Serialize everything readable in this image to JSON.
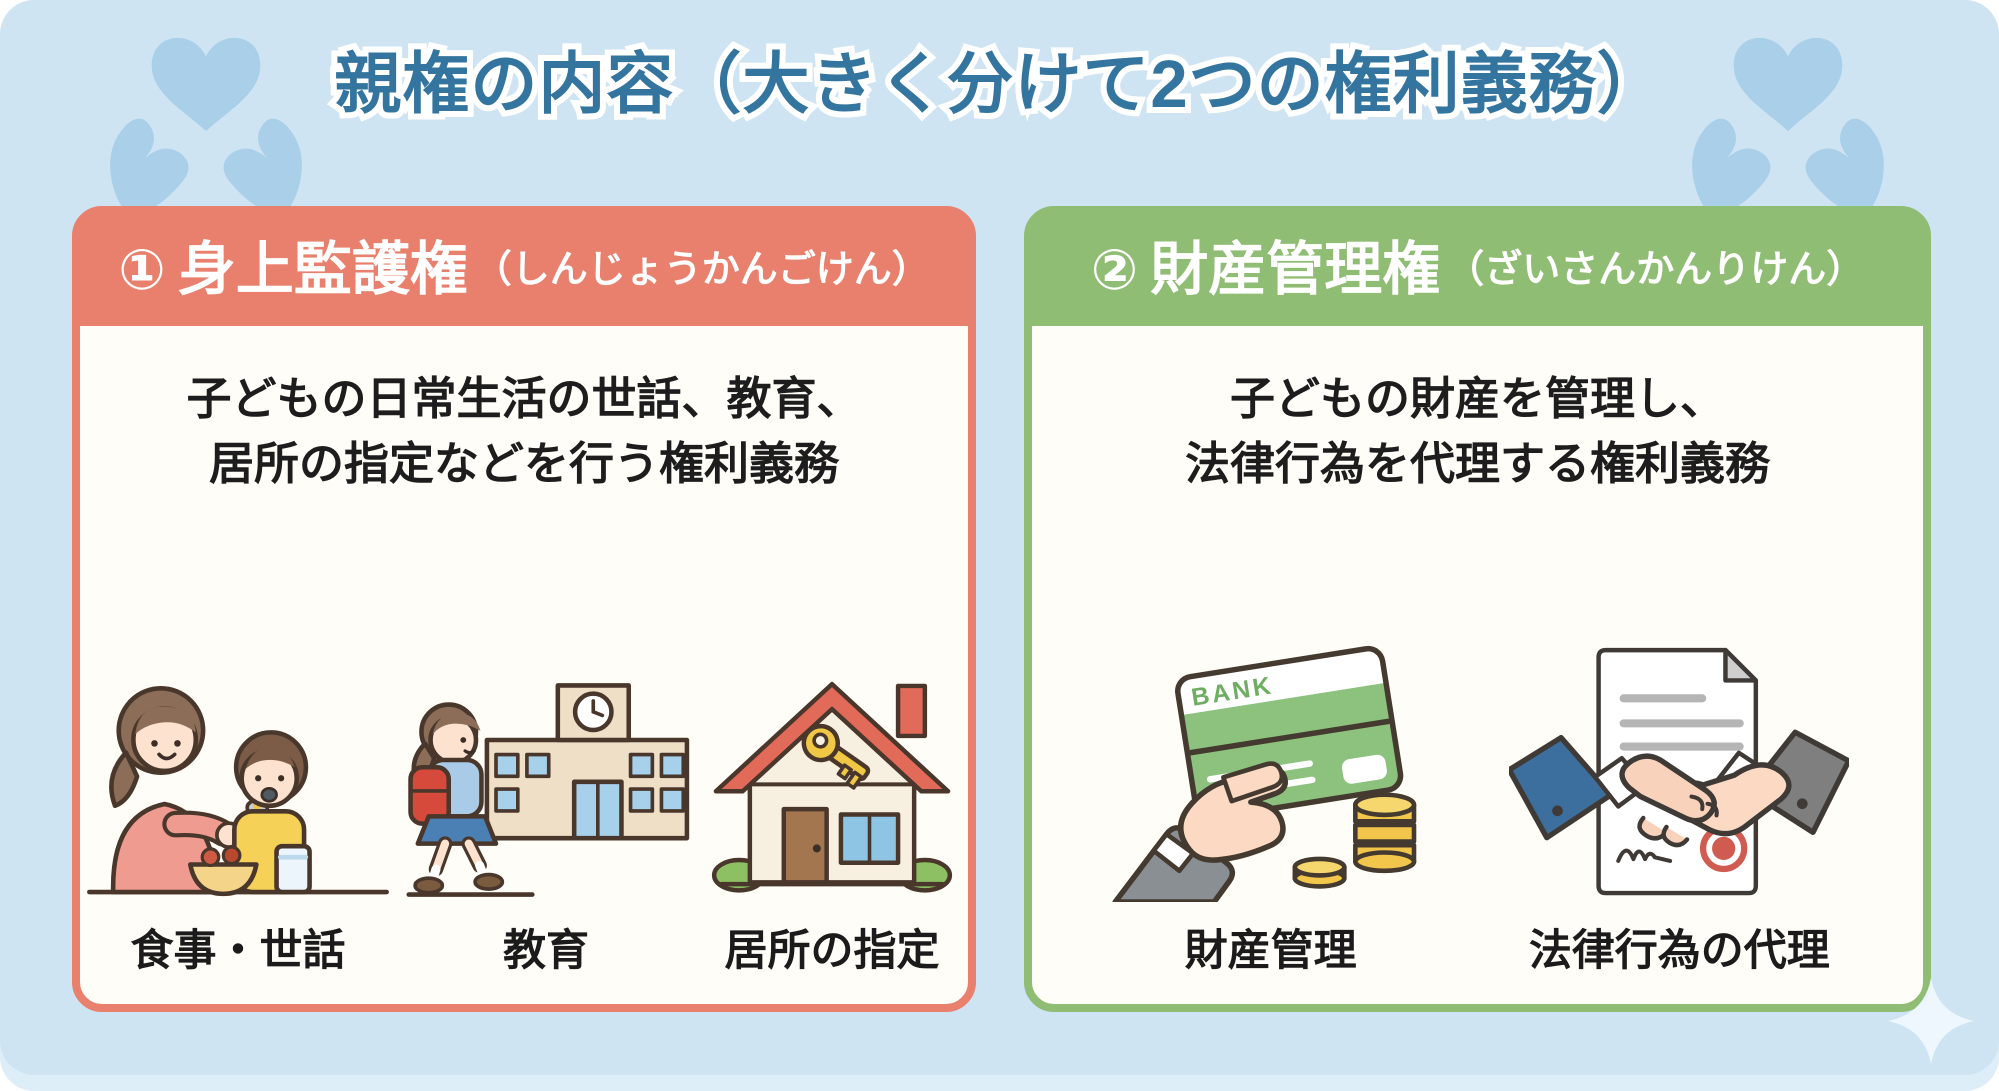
{
  "page": {
    "title": "親権の内容（大きく分けて2つの権利義務）"
  },
  "cards": [
    {
      "number": "①",
      "heading": "身上監護権",
      "reading": "（しんじょうかんごけん）",
      "description_line1": "子どもの日常生活の世話、教育、",
      "description_line2": "居所の指定などを行う権利義務",
      "items": [
        {
          "icon": "meal-care-icon",
          "label": "食事・世話"
        },
        {
          "icon": "school-icon",
          "label": "教育"
        },
        {
          "icon": "house-key-icon",
          "label": "居所の指定"
        }
      ]
    },
    {
      "number": "②",
      "heading": "財産管理権",
      "reading": "（ざいさんかんりけん）",
      "description_line1": "子どもの財産を管理し、",
      "description_line2": "法律行為を代理する権利義務",
      "items": [
        {
          "icon": "bank-card-icon",
          "label": "財産管理",
          "card_text": "BANK"
        },
        {
          "icon": "handshake-icon",
          "label": "法律行為の代理"
        }
      ]
    }
  ],
  "colors": {
    "background": "#cfe4f3",
    "card1_accent": "#e8806d",
    "card2_accent": "#90bd74",
    "title_blue": "#34759f",
    "decoration_blue": "#a9cfe9"
  }
}
